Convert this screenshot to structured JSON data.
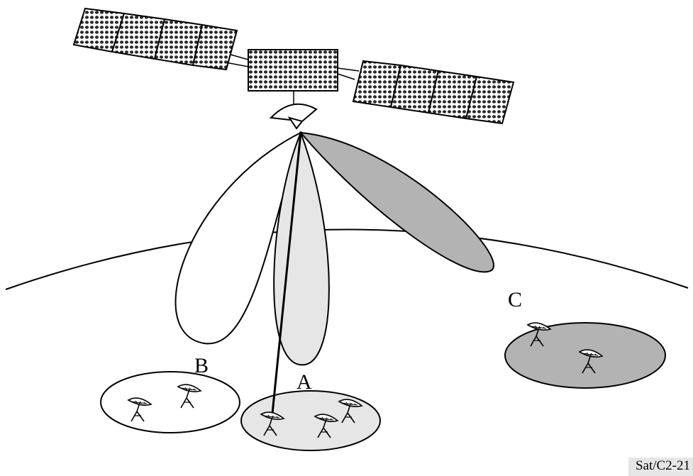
{
  "zones": [
    {
      "label": "A",
      "fill": "#e6e6e6"
    },
    {
      "label": "B",
      "fill": "#ffffff"
    },
    {
      "label": "C",
      "fill": "#b3b3b3"
    }
  ],
  "beams": [
    {
      "covers": "B",
      "fill": "#ffffff"
    },
    {
      "covers": "A",
      "fill": "#e6e6e6"
    },
    {
      "covers": "C",
      "fill": "#b3b3b3"
    }
  ],
  "colors": {
    "stroke": "#000000",
    "panel": "#555555",
    "panel_grid": "#222222"
  },
  "reference": "Sat/C2-21"
}
